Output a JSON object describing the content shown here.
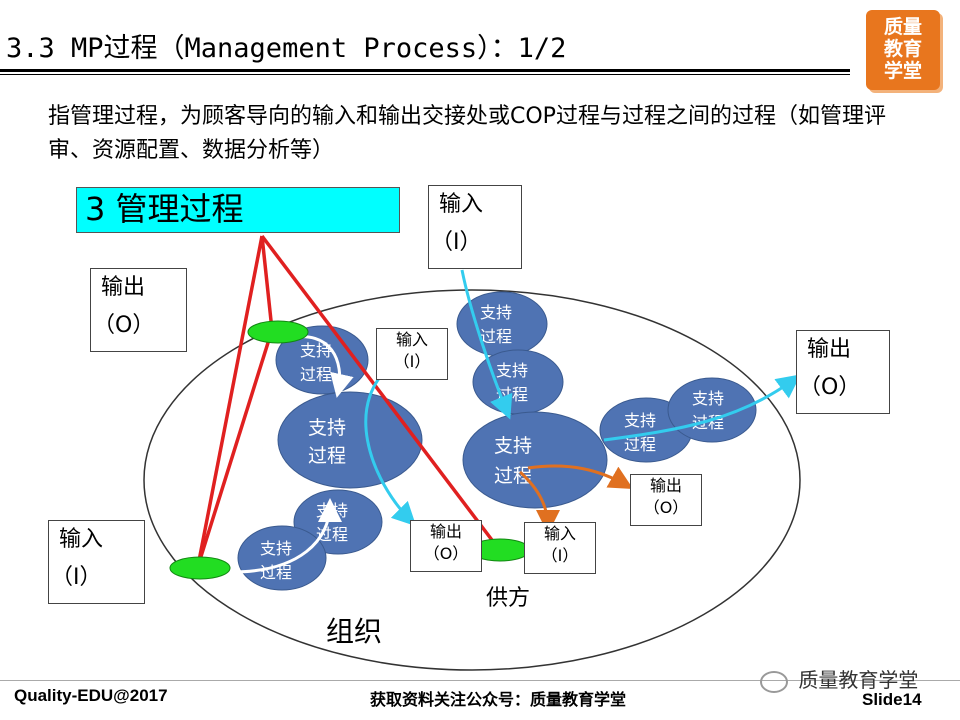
{
  "header": {
    "title": "3.3 MP过程（Management Process）：1/2",
    "logo": [
      "质量",
      "教育",
      "学堂"
    ]
  },
  "description": "指管理过程，为顾客导向的输入和输出交接处或COP过程与过程之间的过程（如管理评审、资源配置、数据分析等）",
  "diagram": {
    "mp_label": "3  管理过程",
    "boxes": {
      "input_top": [
        "输入",
        "（I）"
      ],
      "output_left": [
        "输出",
        "（O）"
      ],
      "output_right": [
        "输出",
        "（O）"
      ],
      "input_left": [
        "输入",
        "（I）"
      ],
      "input_inner": [
        "输入",
        "（I）"
      ],
      "output_inner": [
        "输出",
        "（O）"
      ],
      "output_inner2": [
        "输出",
        "（O）"
      ],
      "input_inner2": [
        "输入",
        "（I）"
      ]
    },
    "circle_label": [
      "支持",
      "过程"
    ],
    "supplier_label": "供方",
    "org_label": "组织",
    "colors": {
      "circle": "#4f73b3",
      "red_line": "#e02020",
      "green_node": "#22dd22",
      "cyan_arrow": "#33ccee",
      "orange_arrow": "#e07020",
      "mp_box": "#00ffff"
    }
  },
  "footer": {
    "left": "Quality-EDU@2017",
    "middle": "获取资料关注公众号：质量教育学堂",
    "right": "Slide14",
    "watermark": "质量教育学堂"
  }
}
